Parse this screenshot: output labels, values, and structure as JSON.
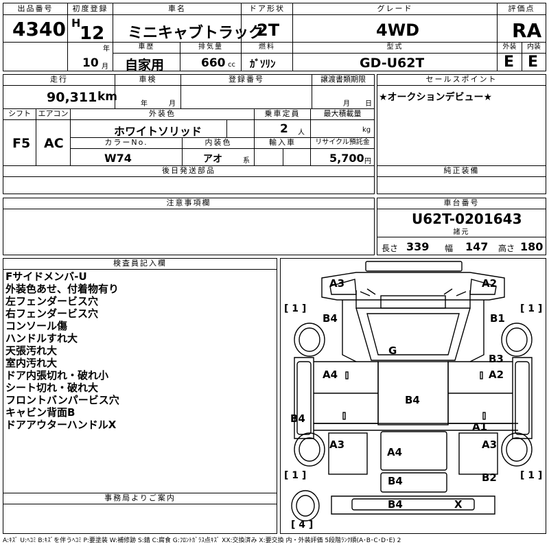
{
  "header_labels": {
    "lot_number": "出品番号",
    "first_reg": "初度登録",
    "car_name": "車名",
    "door": "ドア形状",
    "grade": "グレード",
    "score": "評価点",
    "history": "車歴",
    "displacement": "排気量",
    "fuel": "燃料",
    "model": "型式",
    "exterior": "外装",
    "interior": "内装"
  },
  "header_values": {
    "lot_number": "4340",
    "era": "H",
    "year": "12",
    "year_unit": "年",
    "month": "10",
    "month_unit": "月",
    "car_name": "ミニキャブトラック",
    "door": "2T",
    "grade": "4WD",
    "score": "RA",
    "history": "自家用",
    "displacement": "660",
    "cc": "cc",
    "fuel": "ｶﾞｿﾘﾝ",
    "model": "GD-U62T",
    "exterior": "E",
    "interior": "E"
  },
  "mid_labels": {
    "mileage": "走行",
    "inspection": "車検",
    "reg_no": "登録番号",
    "deadline": "譲渡書類期限",
    "shift": "シフト",
    "aircon": "エアコン",
    "ext_color": "外装色",
    "capacity": "乗車定員",
    "max_load": "最大積載量",
    "color_no": "カラーNo.",
    "int_color": "内装色",
    "import": "輸入車",
    "recycle": "リサイクル預託金",
    "sales_point": "セールスポイント",
    "later_parts": "後日発送部品",
    "equipment": "純正装備"
  },
  "mid_values": {
    "mileage": "90,311",
    "km": "km",
    "year_unit": "年",
    "month_unit": "月",
    "shift": "F5",
    "aircon": "AC",
    "ext_color": "ホワイトソリッド",
    "capacity": "2",
    "capacity_unit": "人",
    "kg": "kg",
    "color_no": "W74",
    "int_color": "アオ",
    "int_suffix": "系",
    "recycle": "5,700",
    "yen": "円",
    "sales_point": "★オークションデビュー★"
  },
  "caution": {
    "title": "注意事項欄"
  },
  "chassis": {
    "title": "車台番号",
    "number": "U62T-0201643",
    "dims_title": "諸元",
    "len_label": "長さ",
    "len": "339",
    "wid_label": "幅",
    "wid": "147",
    "hgt_label": "高さ",
    "hgt": "180"
  },
  "inspector": {
    "title": "検査員記入欄",
    "notes": [
      "Fサイドメンバ-U",
      "外装色あせ、付着物有り",
      "左フェンダービス穴",
      "右フェンダービス穴",
      "コンソール傷",
      "ハンドルすれ大",
      "天張汚れ大",
      "室内汚れ大",
      "ドア内張切れ・破れ小",
      "シート切れ・破れ大",
      "フロントバンパービス穴",
      "キャビン背面B",
      "ドアアウターハンドルX"
    ]
  },
  "office": {
    "title": "事務局よりご案内"
  },
  "diagram_marks": {
    "a3_tl": "A3",
    "a2_tr": "A2",
    "b4_l": "B4",
    "b1_r": "B1",
    "g": "G",
    "b3": "B3",
    "a4_l": "A4",
    "a2_r": "A2",
    "b4_c": "B4",
    "b4_side": "B4",
    "a1": "A1",
    "a3_bl": "A3",
    "a4_c": "A4",
    "a3_br": "A3",
    "b2": "B2",
    "b4_bed": "B4",
    "b4_tail": "B4",
    "x_tail": "X",
    "tire_fl": "[ 1 ]",
    "tire_fr": "[ 1 ]",
    "tire_rl": "[ 1 ]",
    "tire_rr": "[ 1 ]",
    "tire_spare": "[ 4 ]"
  },
  "legend": "A:ｷｽﾞ U:ﾍｺﾐ B:ｷｽﾞを伴うﾍｺﾐ P:要塗装 W:補修跡 S:錆 C:腐食 G:ﾌﾛﾝﾄｶﾞﾗｽ点ｷｽﾞ XX:交換済み X:要交換 内・外装評価 5段階ﾗﾝｸ順(A･B･C･D･E) 2"
}
